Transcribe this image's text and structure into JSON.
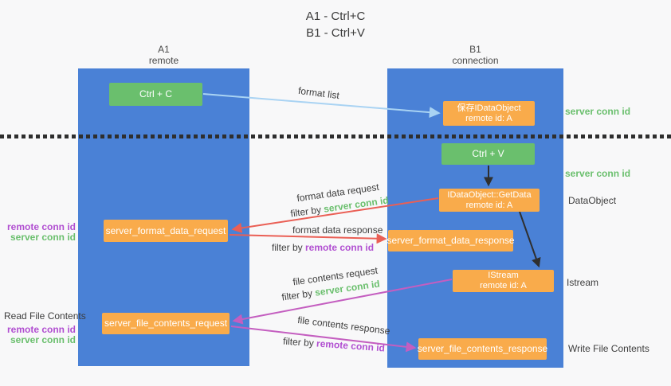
{
  "title": {
    "line1": "A1 - Ctrl+C",
    "line2": "B1 - Ctrl+V"
  },
  "lanes": {
    "left": {
      "name": "A1",
      "role": "remote"
    },
    "right": {
      "name": "B1",
      "role": "connection"
    }
  },
  "nodes": {
    "ctrl_c": {
      "label": "Ctrl + C"
    },
    "save_idataobject": {
      "line1": "保存IDataObject",
      "line2": "remote id: A"
    },
    "ctrl_v": {
      "label": "Ctrl + V"
    },
    "getdata": {
      "line1": "IDataObject::GetData",
      "line2": "remote id: A"
    },
    "format_request": {
      "label": "server_format_data_request"
    },
    "format_response": {
      "label": "server_format_data_response"
    },
    "istream": {
      "line1": "IStream",
      "line2": "remote id: A"
    },
    "file_request": {
      "label": "server_file_contents_request"
    },
    "file_response": {
      "label": "server_file_contents_response"
    }
  },
  "flow_labels": {
    "format_list": "format list",
    "format_request_text": "format data request",
    "format_request_filter_prefix": "filter by ",
    "format_request_filter_value": "server conn id",
    "format_response_text": "format data response",
    "format_response_filter_prefix": "filter by ",
    "format_response_filter_value": "remote conn id",
    "file_request_text": "file contents request",
    "file_request_filter_prefix": "filter by ",
    "file_request_filter_value": "server conn id",
    "file_response_text": "file contents response",
    "file_response_filter_prefix": "filter by ",
    "file_response_filter_value": "remote conn id"
  },
  "side_labels": {
    "right_server_conn_id_top": "server conn id",
    "right_server_conn_id_mid": "server conn id",
    "right_dataobject": "DataObject",
    "right_istream": "Istream",
    "right_write_file_contents": "Write File Contents",
    "left_remote_conn_id_top": "remote conn id",
    "left_server_conn_id_top": "server conn id",
    "left_read_file_contents": "Read File Contents",
    "left_remote_conn_id_bottom": "remote conn id",
    "left_server_conn_id_bottom": "server conn id"
  },
  "colors": {
    "lane_blue": "#4a81d6",
    "node_green": "#6abf6d",
    "node_orange": "#f9ab4b",
    "accent_green": "#6abf6d",
    "accent_purple": "#b14fd1",
    "arrow_red": "#ea5f55",
    "arrow_magenta": "#c45ec0",
    "arrow_lightblue": "#a9d3f3",
    "arrow_black": "#2f2f2f"
  }
}
